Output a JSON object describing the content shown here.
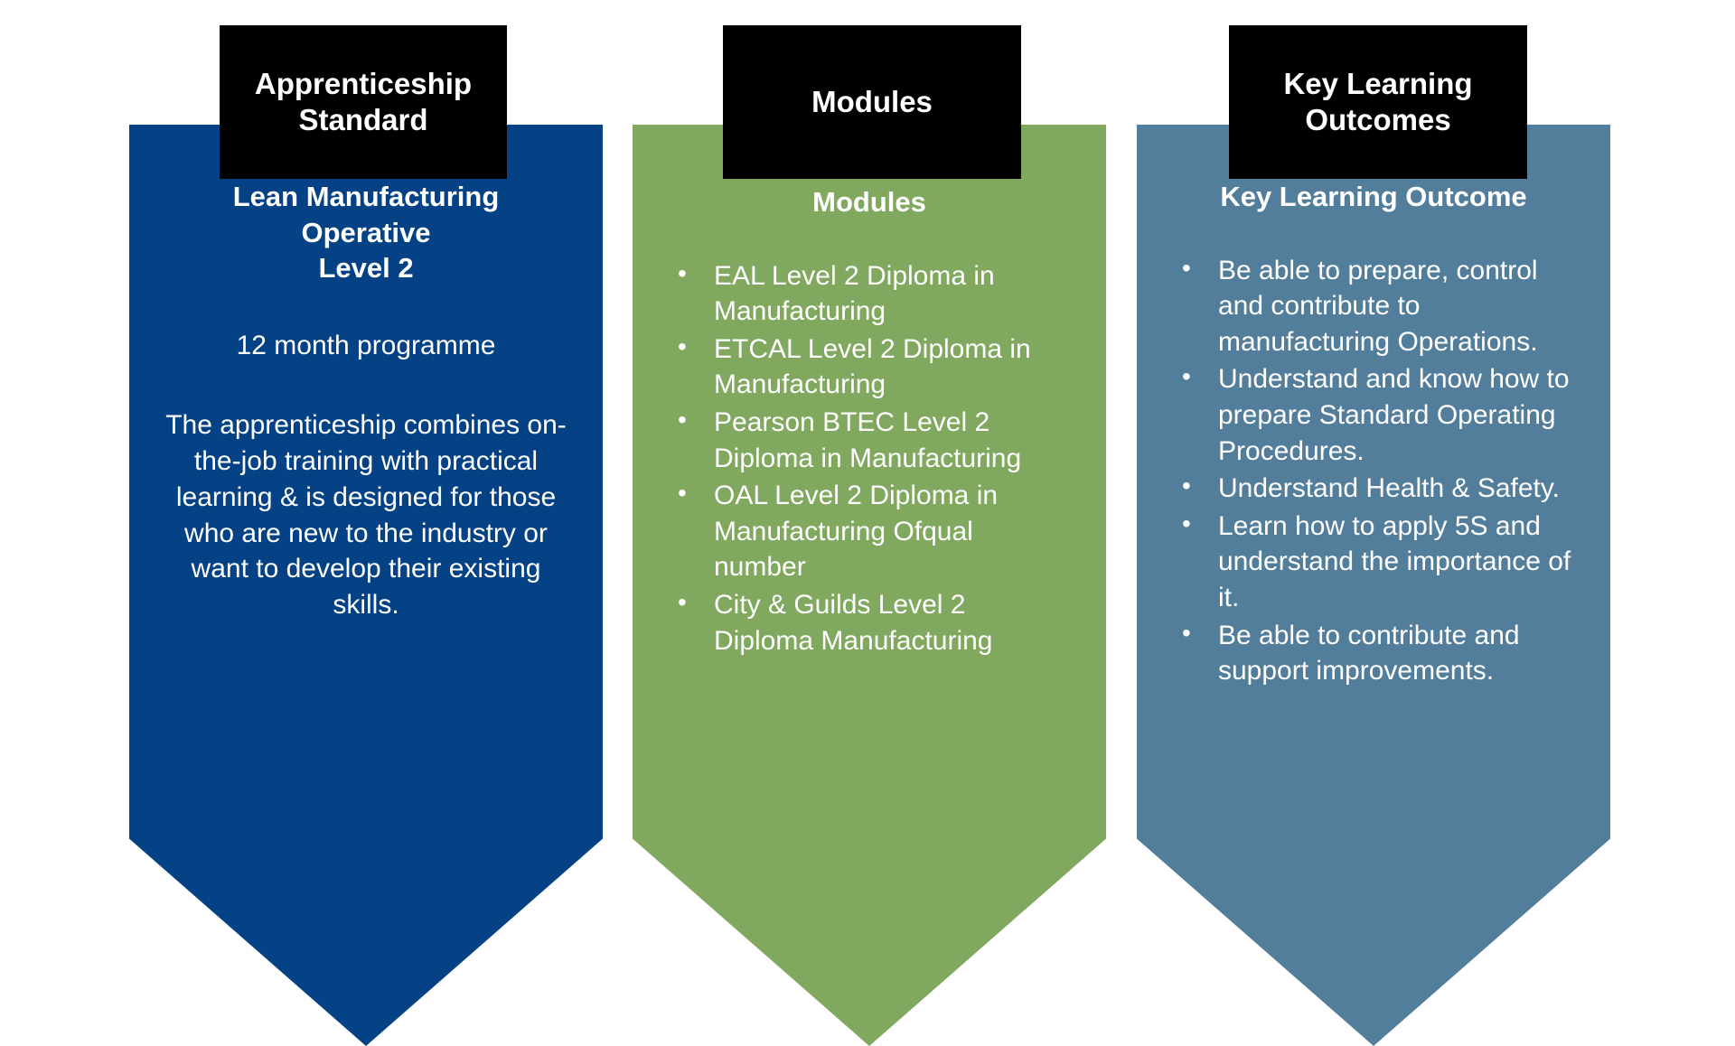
{
  "columns": [
    {
      "tab_label": "Apprenticeship\nStandard",
      "heading": "Lean Manufacturing\nOperative\nLevel 2",
      "paragraphs": [
        "12 month programme",
        "The apprenticeship combines on-the-job training with practical learning & is designed for those who are new to the industry or want to develop their existing skills."
      ],
      "bullets": [],
      "color": "#044185"
    },
    {
      "tab_label": "Modules",
      "heading": "Modules",
      "paragraphs": [],
      "bullets": [
        "EAL Level 2 Diploma in Manufacturing",
        "ETCAL Level 2 Diploma in Manufacturing",
        "Pearson BTEC Level 2 Diploma in Manufacturing",
        "OAL Level 2 Diploma in Manufacturing Ofqual number",
        "City & Guilds Level 2 Diploma Manufacturing"
      ],
      "color": "#80A85E"
    },
    {
      "tab_label": "Key Learning\nOutcomes",
      "heading": "Key Learning Outcome",
      "paragraphs": [],
      "bullets": [
        "Be able to prepare, control and contribute to manufacturing Operations.",
        "Understand and know how to prepare Standard Operating Procedures.",
        "Understand Health & Safety.",
        "Learn how to apply 5S and understand the importance of it.",
        "Be able to contribute and support improvements."
      ],
      "color": "#537E9B"
    }
  ]
}
